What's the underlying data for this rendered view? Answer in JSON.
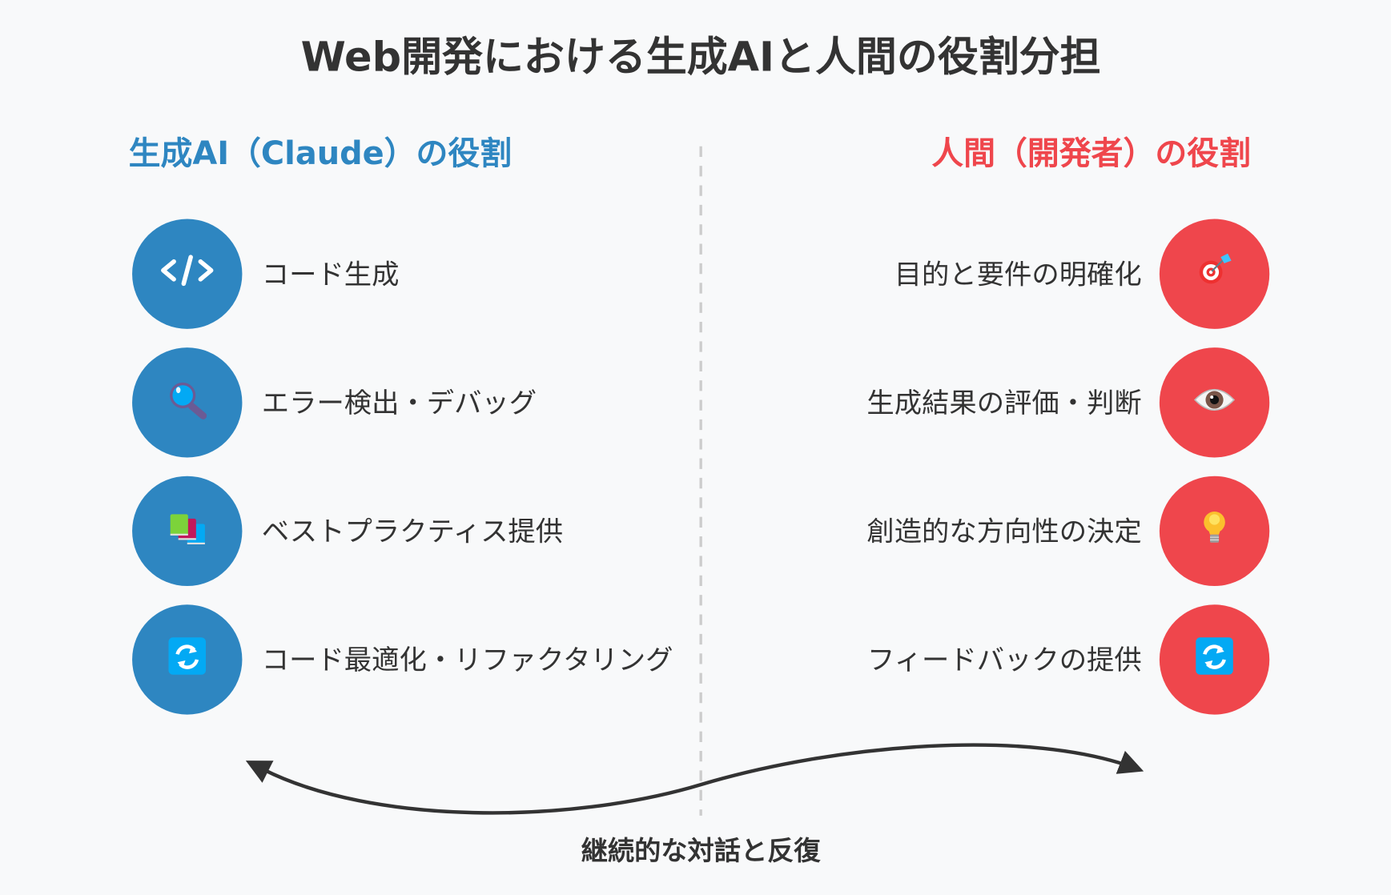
{
  "title": "Web開発における生成AIと人間の役割分担",
  "colors": {
    "background": "#f8f9fa",
    "ai": "#2e86c1",
    "human": "#ef464c",
    "text": "#333333",
    "divider": "#cccccc"
  },
  "ai_column": {
    "heading": "生成AI（Claude）の役割",
    "items": [
      {
        "label": "コード生成",
        "icon": "code-icon"
      },
      {
        "label": "エラー検出・デバッグ",
        "icon": "magnifier-icon"
      },
      {
        "label": "ベストプラクティス提供",
        "icon": "books-icon"
      },
      {
        "label": "コード最適化・リファクタリング",
        "icon": "refresh-icon"
      }
    ]
  },
  "human_column": {
    "heading": "人間（開発者）の役割",
    "items": [
      {
        "label": "目的と要件の明確化",
        "icon": "target-icon"
      },
      {
        "label": "生成結果の評価・判断",
        "icon": "eye-icon"
      },
      {
        "label": "創造的な方向性の決定",
        "icon": "lightbulb-icon"
      },
      {
        "label": "フィードバックの提供",
        "icon": "refresh-icon"
      }
    ]
  },
  "footer": {
    "label": "継続的な対話と反復"
  }
}
